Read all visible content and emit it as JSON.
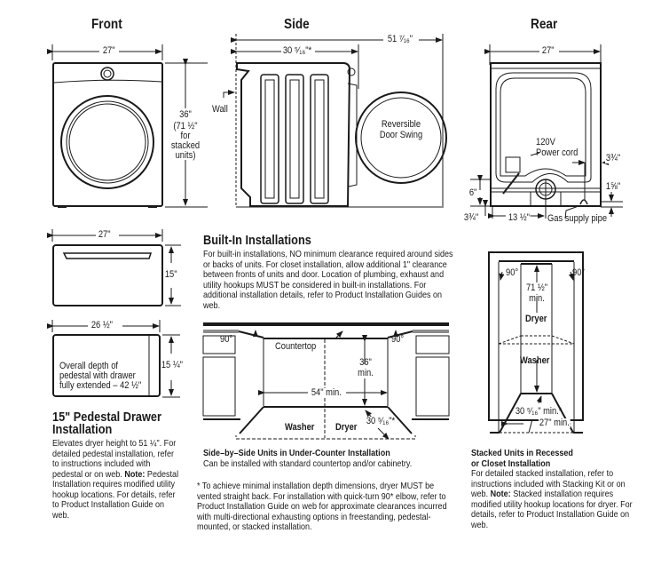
{
  "views": {
    "front": {
      "title": "Front",
      "width": "27\"",
      "height": "36\"",
      "height_note_lines": [
        "(71 ½\"",
        "for",
        "stacked",
        "units)"
      ]
    },
    "side": {
      "title": "Side",
      "depth": "30 ⁵⁄₁₆\"*",
      "depth_door_open": "51 ⁷⁄₁₆\"",
      "wall_label": "Wall",
      "door_label_lines": [
        "Reversible",
        "Door Swing"
      ]
    },
    "rear": {
      "title": "Rear",
      "width": "27\"",
      "power_cord_lines": [
        "120V",
        "Power cord"
      ],
      "gas_side_offset": "3¾\"",
      "gas_height": "1⅝\"",
      "cord_height": "6\"",
      "bottom_offset": "3¾\"",
      "cord_to_center": "13 ½\"",
      "gas_label": "Gas supply pipe"
    }
  },
  "pedestal": {
    "front_width": "27\"",
    "front_height": "15\"",
    "side_width": "26 ½\"",
    "side_height": "15 ¼\"",
    "depth_note_lines": [
      "Overall depth of",
      "pedestal with drawer",
      "fully extended – 42 ½\""
    ],
    "heading_lines": [
      "15\" Pedestal Drawer",
      "Installation"
    ],
    "body": "Elevates dryer height to 51 ¼\". For detailed pedestal installation, refer to instructions included with pedestal or on web.",
    "note_label": "Note:",
    "note_text": " Pedestal Installation requires modified utility hookup locations. For details, refer to Product Installation Guide on web."
  },
  "built_in": {
    "heading": "Built-In Installations",
    "body": "For built-in installations, NO minimum clearance required around sides or backs of units. For closet installation, allow additional 1\" clearance between fronts of units and door. Location of plumbing, exhaust and utility hookups MUST be considered in built-in installations. For additional installation details, refer to Product Installation Guides on web.",
    "under_counter": {
      "angle_left": "90°",
      "angle_right": "90°",
      "countertop_label": "Countertop",
      "height_min_lines": [
        "36\"",
        "min."
      ],
      "width_min": "54\" min.",
      "depth": "30 ⁵⁄₁₆\"*",
      "washer_label": "Washer",
      "dryer_label": "Dryer",
      "caption_title": "Side–by–Side Units in Under-Counter Installation",
      "caption_text": "Can be installed with standard countertop and/or cabinetry."
    },
    "footnote": "* To achieve minimal installation depth dimensions, dryer MUST be vented straight back. For installation with quick-turn 90* elbow, refer to Product Installation Guide on web for approximate clearances incurred with multi-directional exhausting options in freestanding, pedestal-mounted, or stacked installation."
  },
  "stacked": {
    "angle_left": "90°",
    "angle_right": "90°",
    "height_min_lines": [
      "71 ½\"",
      "min."
    ],
    "dryer_label": "Dryer",
    "washer_label": "Washer",
    "depth_min": "30 ⁵⁄₁₆\" min.*",
    "width_min": "27\" min.",
    "caption_title_lines": [
      "Stacked Units in Recessed",
      "or Closet Installation"
    ],
    "caption_text": "For detailed stacked installation, refer to instructions included with Stacking Kit or on web.",
    "note_label": "Note:",
    "note_text": " Stacked installation requires modified utility hookup locations for dryer. For details, refer to Product Installation Guide on web."
  },
  "colors": {
    "ink": "#1a1a1a",
    "paper": "#ffffff"
  }
}
